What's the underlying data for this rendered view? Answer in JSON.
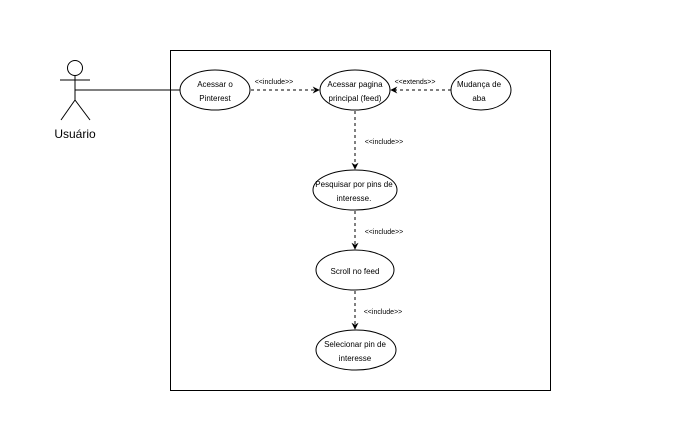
{
  "actor": {
    "label": "Usuário"
  },
  "use_cases": {
    "acessar_pinterest": [
      "Acessar o",
      "Pinterest"
    ],
    "acessar_feed": [
      "Acessar pagina",
      "principal (feed)"
    ],
    "mudanca_aba": [
      "Mudança de",
      "aba"
    ],
    "pesquisar_pins": [
      "Pesquisar por pins de",
      "interesse."
    ],
    "scroll_feed": [
      "Scroll no feed"
    ],
    "selecionar_pin": [
      "Selecionar pin de",
      "interesse"
    ]
  },
  "relations": {
    "include_1": "<<include>>",
    "extends_1": "<<extends>>",
    "include_2": "<<include>>",
    "include_3": "<<include>>",
    "include_4": "<<include>>"
  },
  "colors": {
    "stroke": "#000000",
    "background": "#ffffff"
  }
}
